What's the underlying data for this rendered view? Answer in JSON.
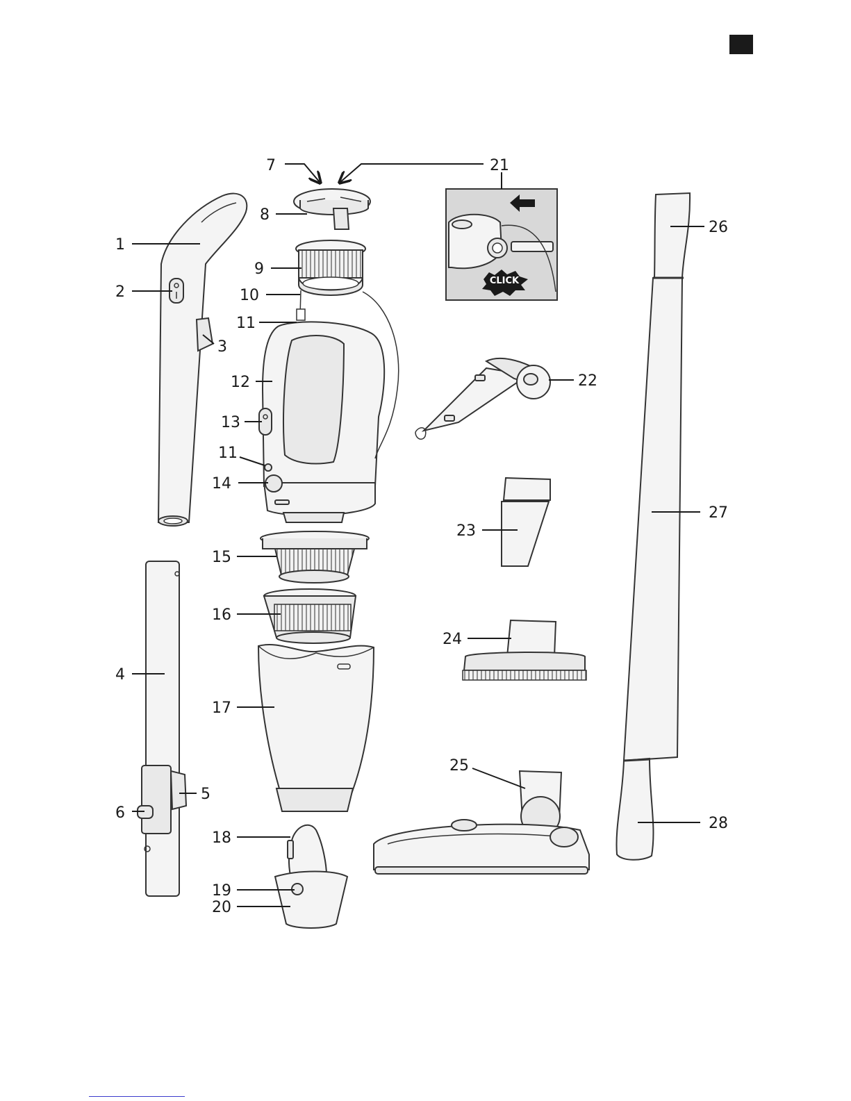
{
  "labels": [
    "1",
    "2",
    "3",
    "4",
    "5",
    "6",
    "7",
    "8",
    "9",
    "10",
    "11",
    "12",
    "13",
    "11",
    "14",
    "15",
    "16",
    "17",
    "18",
    "19",
    "20",
    "21",
    "22",
    "23",
    "24",
    "25",
    "26",
    "27",
    "28"
  ],
  "inset_text": "CLICK"
}
